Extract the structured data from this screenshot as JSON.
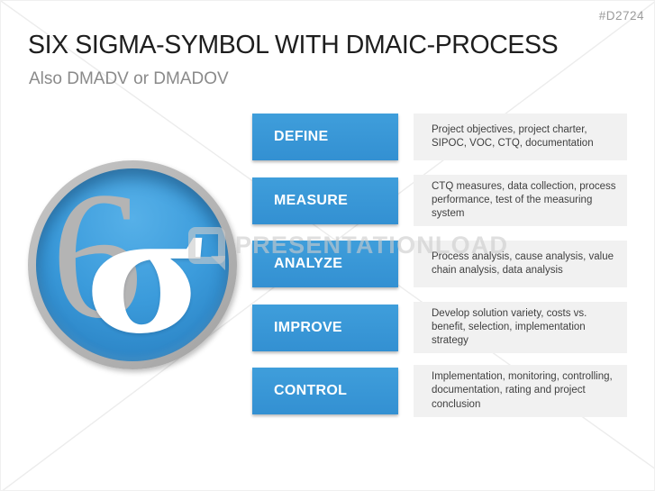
{
  "slide_id": "#D2724",
  "header": {
    "title": "SIX SIGMA-SYMBOL WITH DMAIC-PROCESS",
    "subtitle": "Also DMADV or DMADOV"
  },
  "six_sigma_symbol": {
    "six": "6",
    "sigma": "σ"
  },
  "process": {
    "steps": [
      {
        "label": "DEFINE",
        "description": "Project objectives, project charter, SIPOC, VOC, CTQ, documentation"
      },
      {
        "label": "MEASURE",
        "description": "CTQ measures, data collection, process performance, test of the measuring system"
      },
      {
        "label": "ANALYZE",
        "description": "Process analysis, cause analysis, value chain analysis, data analysis"
      },
      {
        "label": "IMPROVE",
        "description": "Develop solution variety, costs vs. benefit, selection, implementation strategy"
      },
      {
        "label": "CONTROL",
        "description": "Implementation, monitoring, controlling, documentation, rating and project conclusion"
      }
    ]
  },
  "watermark": {
    "text": "PRESENTATIONLOAD"
  },
  "colors": {
    "accent_blue": "#3898D8",
    "step_text": "#FFFFFF",
    "description_bg": "#F1F1F1",
    "description_text": "#3F3F3F",
    "ring_gray": "#B4B4B4",
    "subtitle_gray": "#8A8A8A",
    "slide_id_gray": "#9B9B9B"
  }
}
